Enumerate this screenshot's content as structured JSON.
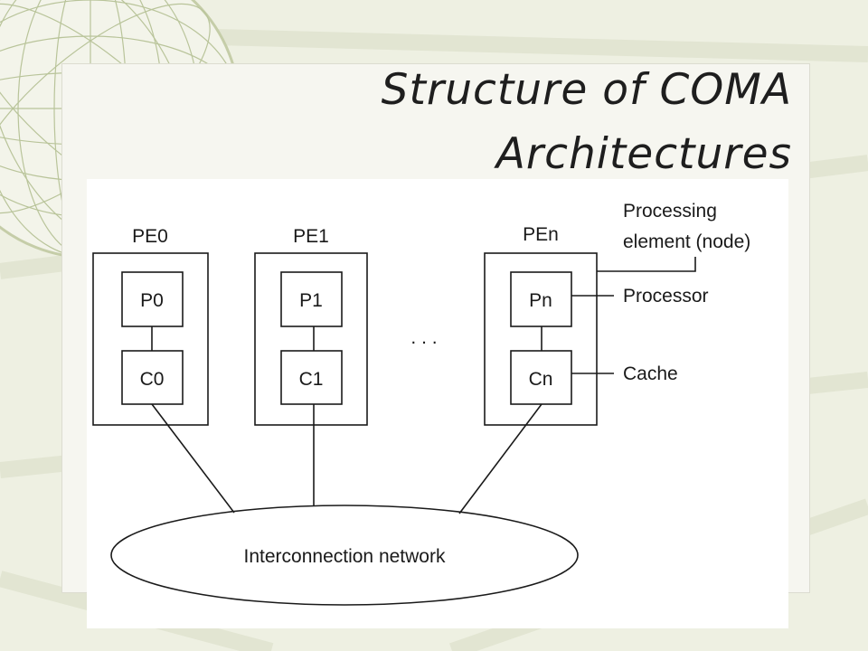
{
  "slide": {
    "title_line1": "Structure of COMA",
    "title_line2": "Architectures"
  },
  "diagram": {
    "nodes": [
      {
        "label": "PE0",
        "processor": "P0",
        "cache": "C0"
      },
      {
        "label": "PE1",
        "processor": "P1",
        "cache": "C1"
      },
      {
        "label": "PEn",
        "processor": "Pn",
        "cache": "Cn"
      }
    ],
    "ellipsis": ". . .",
    "network_label": "Interconnection network",
    "annotations": {
      "node_line1": "Processing",
      "node_line2": "element (node)",
      "processor": "Processor",
      "cache": "Cache"
    }
  },
  "colors": {
    "background": "#eef0e2",
    "globe_lines": "#b9c49a",
    "title_text": "#1e1e1e",
    "diagram_line": "#1a1a1a"
  }
}
